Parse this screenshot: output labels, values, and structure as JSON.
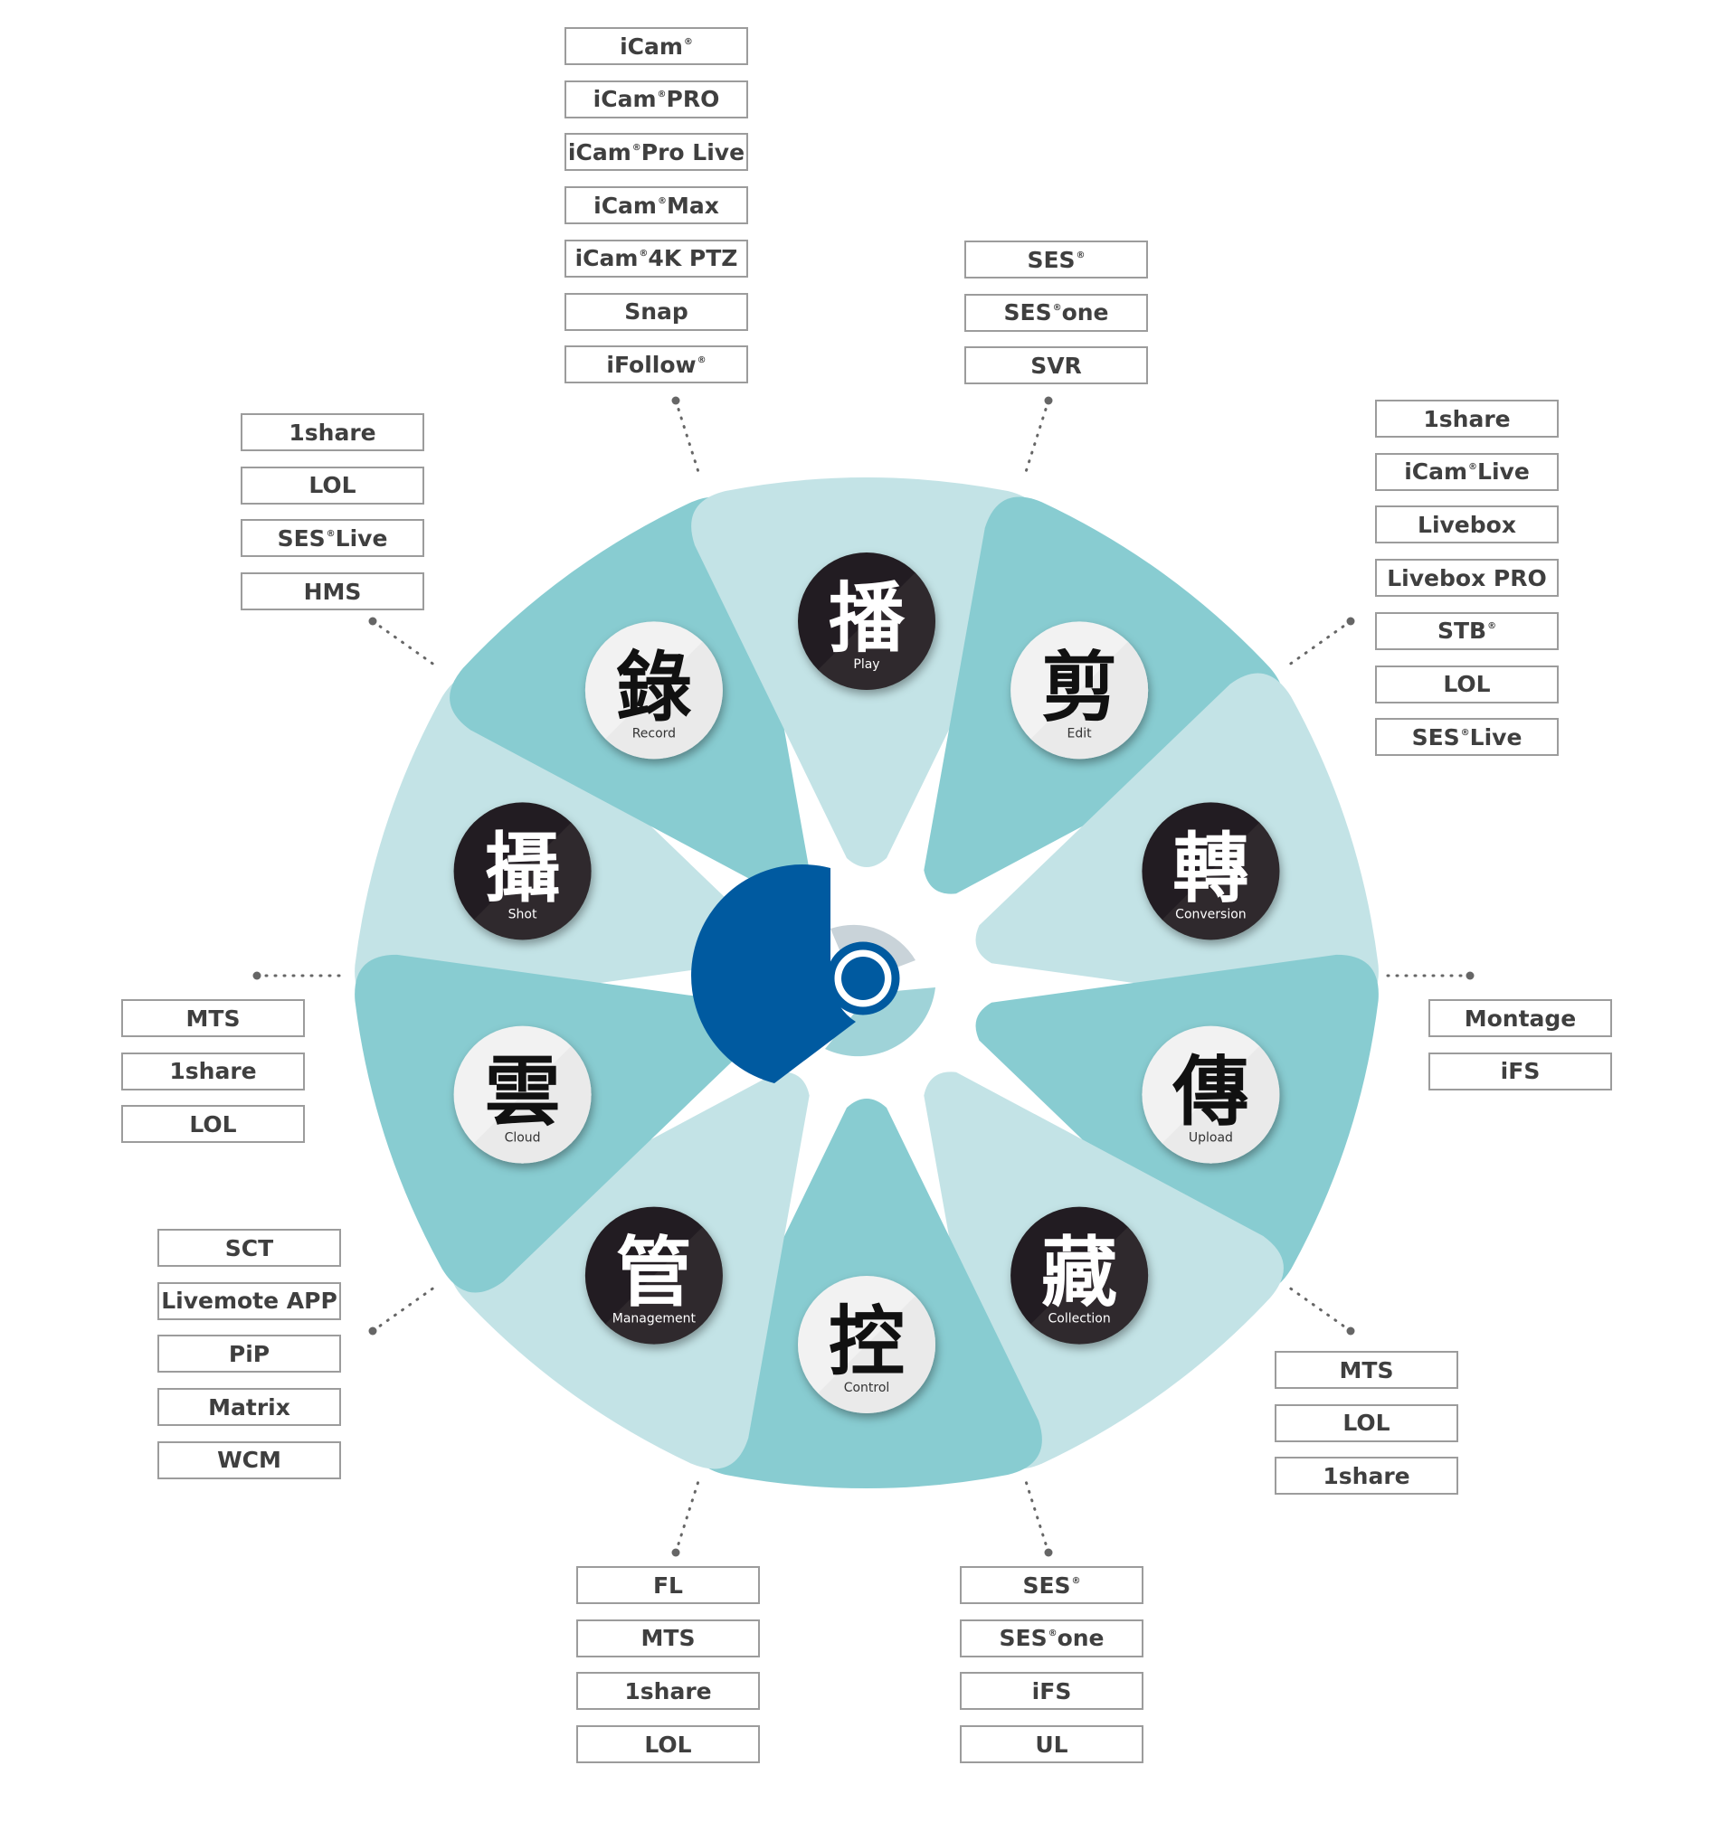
{
  "colors": {
    "dark_teal": "#88ccd1",
    "light_teal": "#c3e3e6",
    "ring": "#e6e6e6",
    "circle_dark": "#231f20",
    "circle_light": "#f2f2f2",
    "logo_blue": "#005aa0",
    "logo_teal": "#9fd3d8",
    "logo_grey": "#c9d3d9",
    "box_border": "#9c9c9c",
    "box_text": "#3f3f3f",
    "dots": "#666666"
  },
  "center_logo": {
    "icon": "company-logo-icon"
  },
  "segments": [
    {
      "id": "shot",
      "char": "攝",
      "label": "Shot",
      "circle": "dark",
      "petal": "light",
      "products": [
        "iCam®",
        "iCam® PRO",
        "iCam® Pro Live",
        "iCam® Max",
        "iCam® 4K PTZ",
        "Snap",
        "iFollow®"
      ]
    },
    {
      "id": "record",
      "char": "錄",
      "label": "Record",
      "circle": "light",
      "petal": "dark",
      "products": [
        "SES®",
        "SES® one",
        "SVR"
      ]
    },
    {
      "id": "play",
      "char": "播",
      "label": "Play",
      "circle": "dark",
      "petal": "light",
      "products": [
        "1share",
        "iCam® Live",
        "Livebox",
        "Livebox PRO",
        "STB®",
        "LOL",
        "SES® Live"
      ]
    },
    {
      "id": "edit",
      "char": "剪",
      "label": "Edit",
      "circle": "light",
      "petal": "dark",
      "products": [
        "Montage",
        "iFS"
      ]
    },
    {
      "id": "conversion",
      "char": "轉",
      "label": "Conversion",
      "circle": "dark",
      "petal": "light",
      "products": [
        "MTS",
        "LOL",
        "1share"
      ]
    },
    {
      "id": "upload",
      "char": "傳",
      "label": "Upload",
      "circle": "light",
      "petal": "dark",
      "products": [
        "SES®",
        "SES® one",
        "iFS",
        "UL"
      ]
    },
    {
      "id": "collection",
      "char": "藏",
      "label": "Collection",
      "circle": "dark",
      "petal": "light",
      "products": [
        "FL",
        "MTS",
        "1share",
        "LOL"
      ]
    },
    {
      "id": "control",
      "char": "控",
      "label": "Control",
      "circle": "light",
      "petal": "dark",
      "products": [
        "SCT",
        "Livemote APP",
        "PiP",
        "Matrix",
        "WCM"
      ]
    },
    {
      "id": "management",
      "char": "管",
      "label": "Management",
      "circle": "dark",
      "petal": "light",
      "products": [
        "MTS",
        "1share",
        "LOL"
      ]
    },
    {
      "id": "cloud",
      "char": "雲",
      "label": "Cloud",
      "circle": "light",
      "petal": "dark",
      "products": [
        "1share",
        "LOL",
        "SES® Live",
        "HMS"
      ]
    }
  ]
}
